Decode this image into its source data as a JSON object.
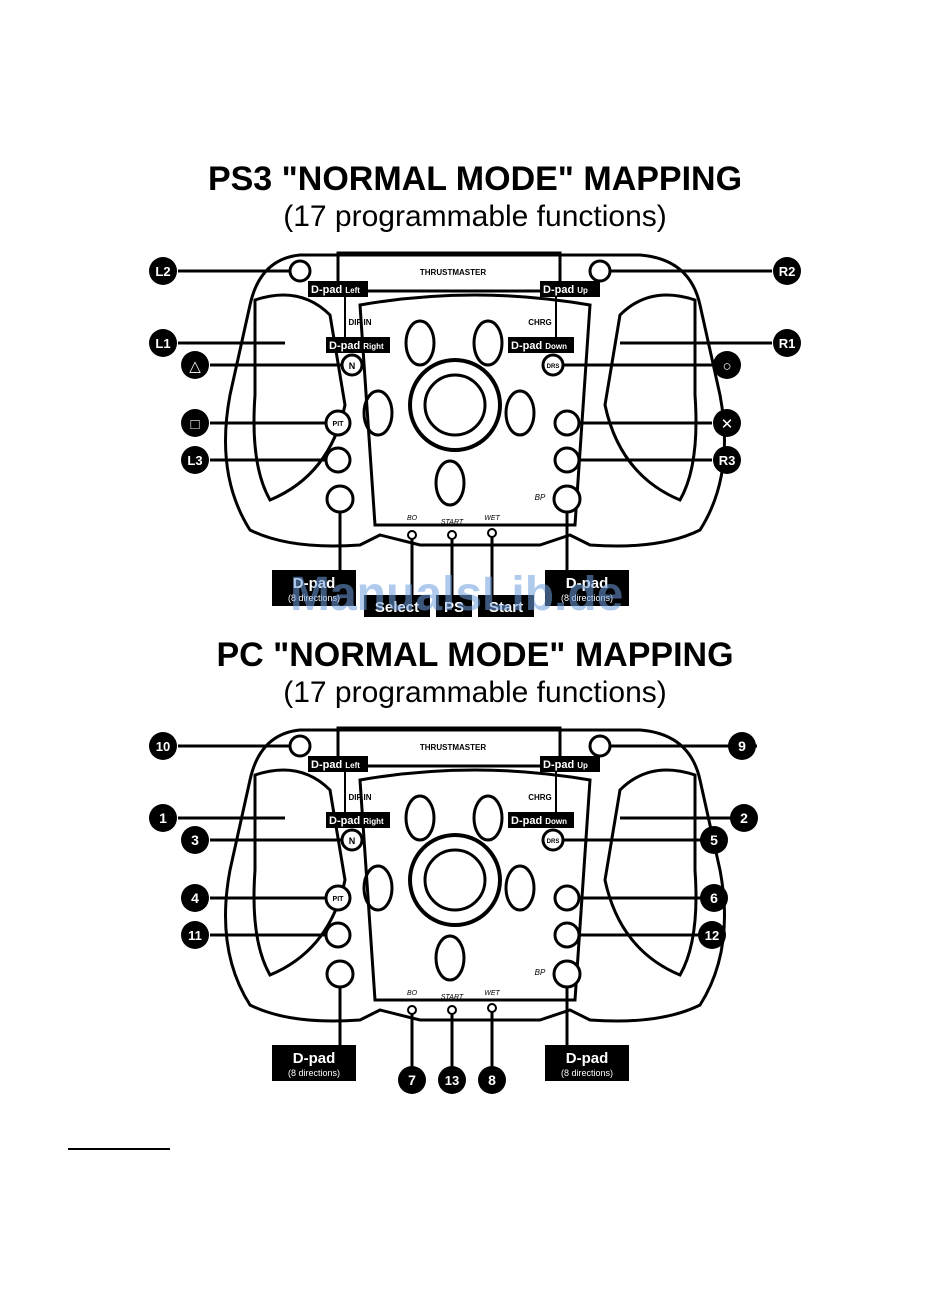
{
  "ps3": {
    "title": "PS3 \"NORMAL MODE\" MAPPING",
    "subtitle": "(17 programmable functions)",
    "callouts_left": [
      "L2",
      "L1",
      "△",
      "□",
      "L3"
    ],
    "callouts_right": [
      "R2",
      "R1",
      "○",
      "✕",
      "R3"
    ],
    "bottom_boxes": [
      "Select",
      "PS",
      "Start"
    ]
  },
  "pc": {
    "title": "PC \"NORMAL MODE\" MAPPING",
    "subtitle": "(17 programmable functions)",
    "callouts_left": [
      "10",
      "1",
      "3",
      "4",
      "11"
    ],
    "callouts_right": [
      "9",
      "2",
      "5",
      "6",
      "12"
    ],
    "bottom_numbers": [
      "7",
      "13",
      "8"
    ]
  },
  "wheel": {
    "brand": "THRUSTMASTER",
    "dpad_left_label": "D-pad",
    "dpad_left_dir": "Left",
    "dpad_up_label": "D-pad",
    "dpad_up_dir": "Up",
    "dpad_right_label": "D-pad",
    "dpad_right_dir": "Right",
    "dpad_down_label": "D-pad",
    "dpad_down_dir": "Down",
    "dif_in": "DIF IN",
    "chrg": "CHRG",
    "btn_n": "N",
    "btn_drs": "DRS",
    "btn_pit": "PIT",
    "bp": "BP",
    "bo": "BO",
    "start": "START",
    "wet": "WET",
    "dpad_box_title": "D-pad",
    "dpad_box_sub": "(8 directions)"
  },
  "watermark": "ManualsLib.de"
}
